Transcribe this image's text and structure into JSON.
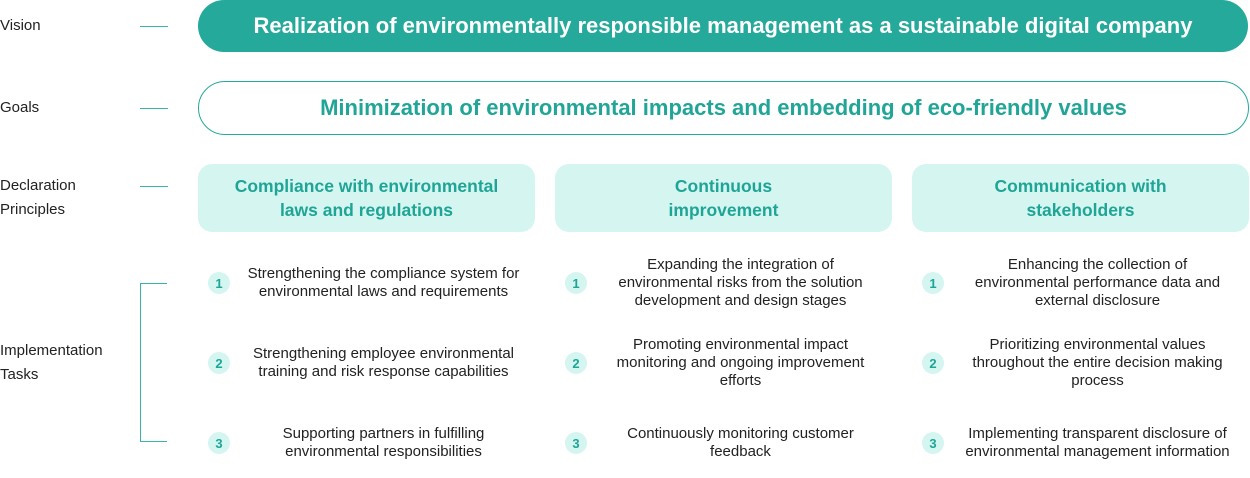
{
  "labels": {
    "vision": "Vision",
    "goals": "Goals",
    "principles": [
      "Declaration",
      "Principles"
    ],
    "tasks": [
      "Implementation",
      "Tasks"
    ]
  },
  "vision": "Realization of environmentally responsible management as a sustainable digital company",
  "goals": "Minimization of environmental impacts and embedding of eco-friendly values",
  "principles": [
    {
      "title": [
        "Compliance with environmental",
        "laws and regulations"
      ],
      "tasks": [
        {
          "num": "1",
          "lines": [
            "Strengthening the compliance system for",
            "environmental laws and requirements"
          ]
        },
        {
          "num": "2",
          "lines": [
            "Strengthening employee environmental",
            "training and risk response capabilities"
          ]
        },
        {
          "num": "3",
          "lines": [
            "Supporting partners in fulfilling",
            "environmental responsibilities"
          ]
        }
      ]
    },
    {
      "title": [
        "Continuous",
        "improvement"
      ],
      "tasks": [
        {
          "num": "1",
          "lines": [
            "Expanding the integration of",
            "environmental risks from the solution",
            "development and design stages"
          ]
        },
        {
          "num": "2",
          "lines": [
            "Promoting environmental impact",
            "monitoring and ongoing improvement",
            "efforts"
          ]
        },
        {
          "num": "3",
          "lines": [
            "Continuously monitoring customer",
            "feedback"
          ]
        }
      ]
    },
    {
      "title": [
        "Communication with",
        "stakeholders"
      ],
      "tasks": [
        {
          "num": "1",
          "lines": [
            "Enhancing the collection of",
            "environmental performance data and",
            "external disclosure"
          ]
        },
        {
          "num": "2",
          "lines": [
            "Prioritizing environmental values",
            "throughout the entire decision making",
            "process"
          ]
        },
        {
          "num": "3",
          "lines": [
            "Implementing transparent disclosure of",
            "environmental management information"
          ]
        }
      ]
    }
  ]
}
